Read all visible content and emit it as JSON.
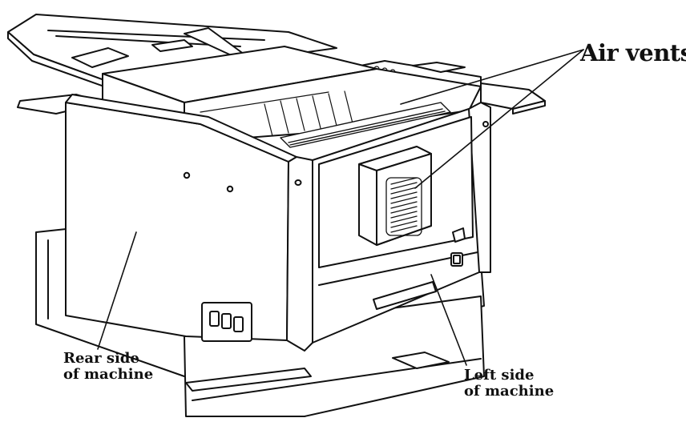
{
  "labels": {
    "air_vents": "Air vents",
    "rear_side": [
      "Rear side",
      "of machine"
    ],
    "left_side": [
      "Left side",
      "of machine"
    ]
  },
  "colors": {
    "line": "#111111",
    "background": "#ffffff"
  }
}
